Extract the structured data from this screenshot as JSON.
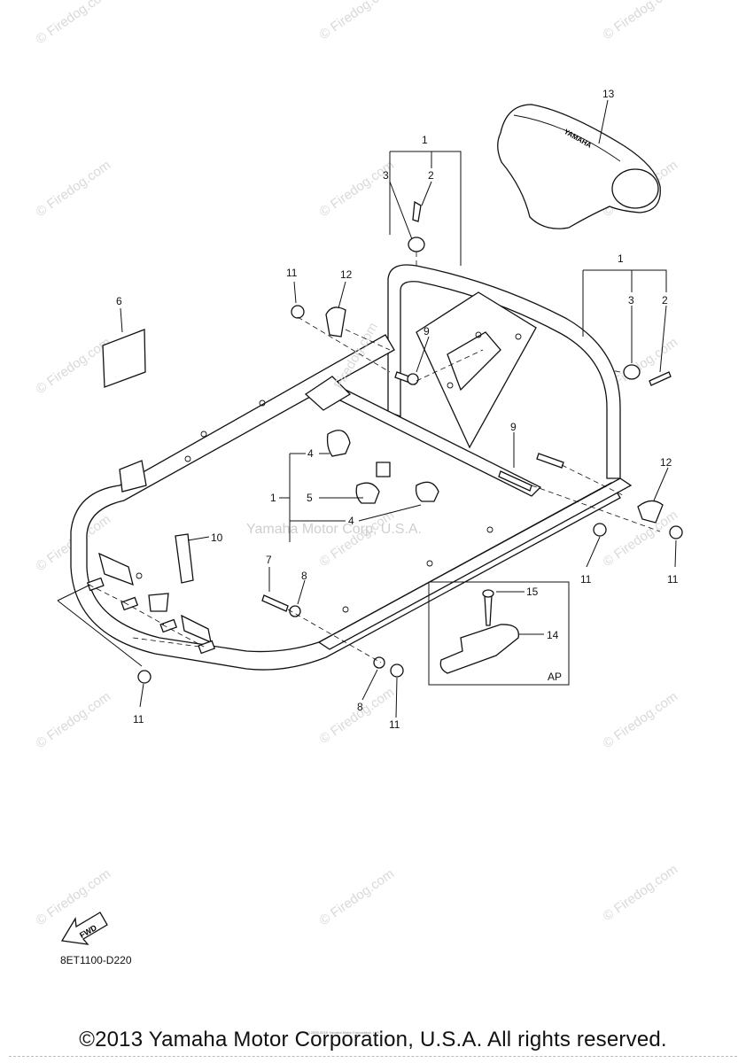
{
  "watermark": "© Firedog.com",
  "center_watermark": "Yamaha Motor Corp, U.S.A.",
  "frame_watermark": "Firedog.com",
  "callouts": {
    "c1_top": "1",
    "c2_top": "2",
    "c3_top": "3",
    "c1_right": "1",
    "c2_right": "2",
    "c3_right": "3",
    "c4_a": "4",
    "c4_b": "4",
    "c1_mid": "1",
    "c5": "5",
    "c6": "6",
    "c7": "7",
    "c8_a": "8",
    "c8_b": "8",
    "c9_a": "9",
    "c9_b": "9",
    "c10": "10",
    "c11_a": "11",
    "c11_b": "11",
    "c11_c": "11",
    "c11_d": "11",
    "c11_e": "11",
    "c12_a": "12",
    "c12_b": "12",
    "c13": "13",
    "c14": "14",
    "c15": "15"
  },
  "ap_label": "AP",
  "fwd_label": "FWD",
  "handle_brand": "YAMAHA",
  "diagram_code": "8ET1100-D220",
  "copyright": "©2013 Yamaha Motor Corporation, U.S.A. All rights reserved.",
  "tiny_note": "(c) 2005-2015 Yamaha Motor Corporation, U.S.A."
}
